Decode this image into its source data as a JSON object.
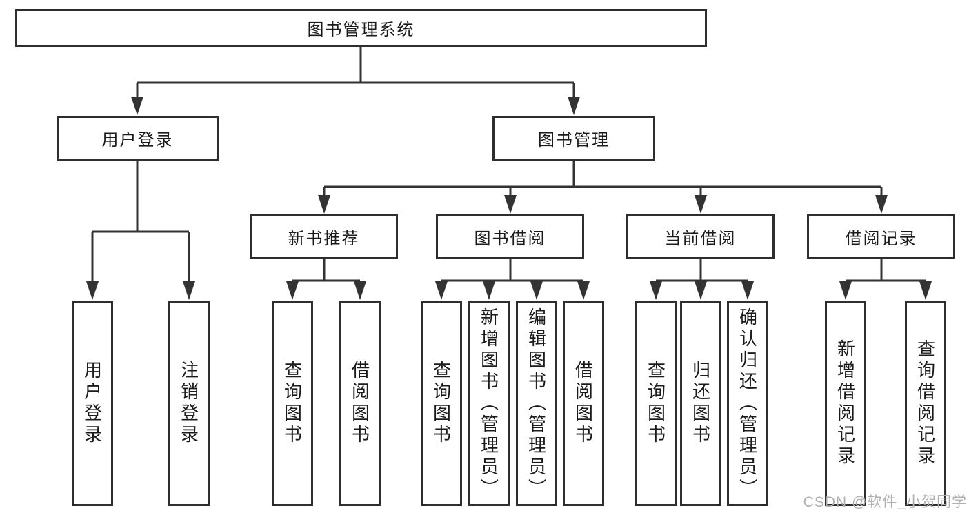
{
  "diagram_type": "hierarchy-tree",
  "tree": {
    "label": "图书管理系统",
    "children": [
      {
        "label": "用户登录",
        "children": [
          {
            "label": "用户登录"
          },
          {
            "label": "注销登录"
          }
        ]
      },
      {
        "label": "图书管理",
        "children": [
          {
            "label": "新书推荐",
            "children": [
              {
                "label": "查询图书"
              },
              {
                "label": "借阅图书"
              }
            ]
          },
          {
            "label": "图书借阅",
            "children": [
              {
                "label": "查询图书"
              },
              {
                "label": "新增图书（管理员）"
              },
              {
                "label": "编辑图书（管理员）"
              },
              {
                "label": "借阅图书"
              }
            ]
          },
          {
            "label": "当前借阅",
            "children": [
              {
                "label": "查询图书"
              },
              {
                "label": "归还图书"
              },
              {
                "label": "确认归还（管理员）"
              }
            ]
          },
          {
            "label": "借阅记录",
            "children": [
              {
                "label": "新增借阅记录"
              },
              {
                "label": "查询借阅记录"
              }
            ]
          }
        ]
      }
    ]
  },
  "watermark": {
    "text": "CSDN @软件_小贺同学"
  },
  "colors": {
    "line": "#333333",
    "node_border": "#2e2e2e",
    "text": "#1b1b1b",
    "watermark": "#b0b0b0",
    "background": "#ffffff"
  }
}
